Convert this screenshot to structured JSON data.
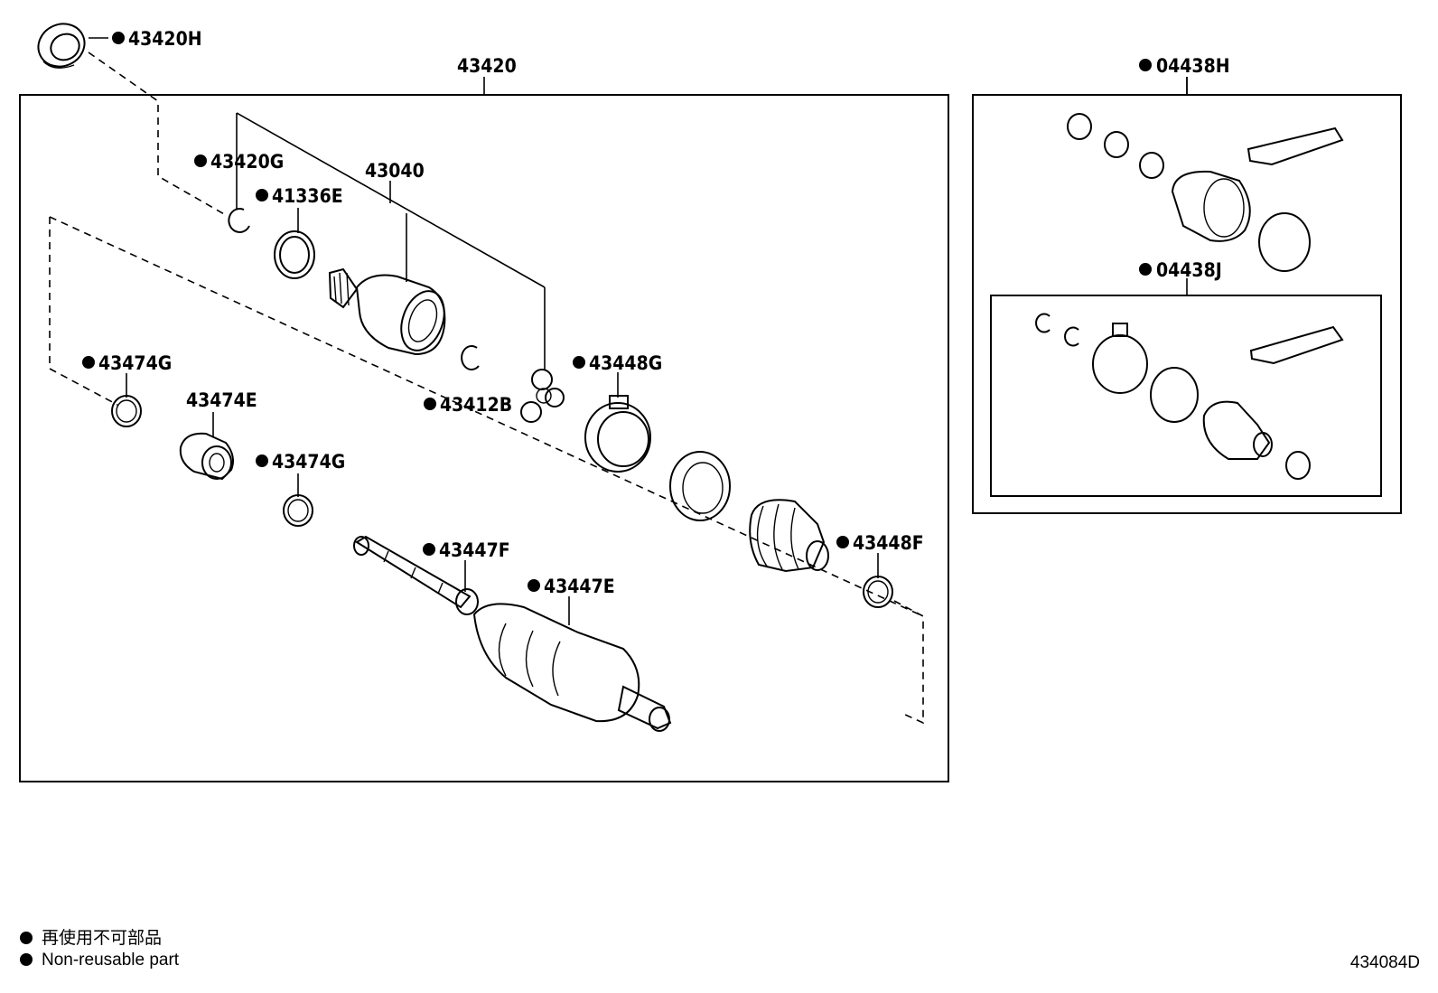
{
  "labels": {
    "p43420H": "43420H",
    "p43420": "43420",
    "p04438H": "04438H",
    "p04438J": "04438J",
    "p43420G": "43420G",
    "p43040": "43040",
    "p41336E": "41336E",
    "p43474G_a": "43474G",
    "p43474E": "43474E",
    "p43448G": "43448G",
    "p43412B": "43412B",
    "p43474G_b": "43474G",
    "p43448F": "43448F",
    "p43447F": "43447F",
    "p43447E": "43447E"
  },
  "legend": {
    "line1": "再使用不可部品",
    "line2": "Non-reusable part"
  },
  "diagram_code": "434084D",
  "colors": {
    "ink": "#000000",
    "background": "#ffffff"
  }
}
